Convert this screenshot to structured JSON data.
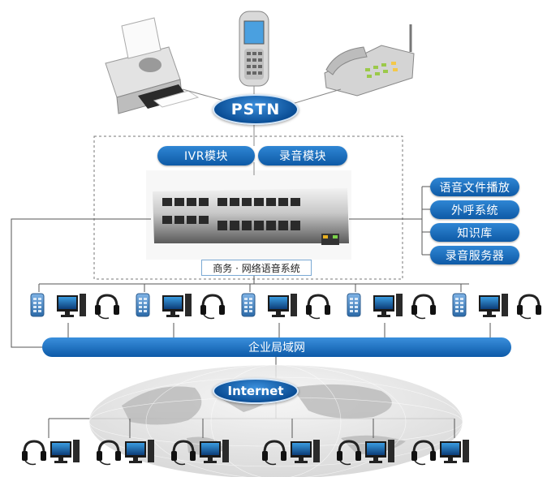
{
  "top_devices": [
    "printer-icon",
    "mobile-phone-icon",
    "desk-phone-icon"
  ],
  "pstn_label": "PSTN",
  "modules": {
    "ivr": "IVR模块",
    "recording": "录音模块"
  },
  "switch_caption": "商务 · 网络语音系统",
  "services": [
    "语音文件播放",
    "外呼系统",
    "知识库",
    "录音服务器"
  ],
  "lan_label": "企业局域网",
  "internet_label": "Internet",
  "colors": {
    "accent_blue": "#0e5aa6",
    "line_gray": "#666666"
  }
}
